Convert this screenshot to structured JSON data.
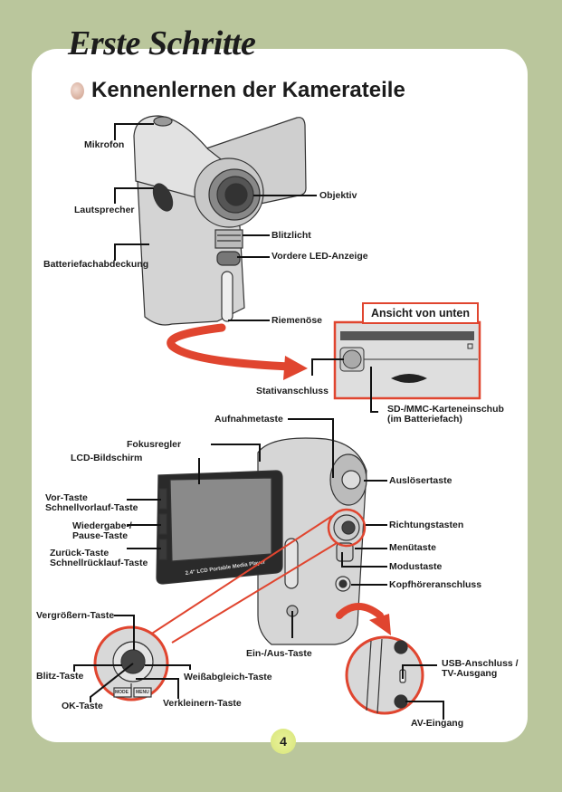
{
  "header": {
    "title": "Erste Schritte",
    "section_heading": "Kennenlernen der Kamerateile"
  },
  "front_view": {
    "labels": {
      "mikrofon": "Mikrofon",
      "lautsprecher": "Lautsprecher",
      "batteriefach": "Batteriefachabdeckung",
      "objektiv": "Objektiv",
      "blitzlicht": "Blitzlicht",
      "led": "Vordere LED-Anzeige",
      "riemenoese": "Riemenöse"
    }
  },
  "bottom_view": {
    "title": "Ansicht von unten",
    "labels": {
      "stativ": "Stativanschluss",
      "sd_slot": "SD-/MMC-Karteneinschub\n(im Batteriefach)"
    }
  },
  "back_view": {
    "lcd_caption": "2.4\" LCD Portable Media Player",
    "labels": {
      "aufnahme": "Aufnahmetaste",
      "fokus": "Fokusregler",
      "lcd": "LCD-Bildschirm",
      "vor": "Vor-Taste\nSchnellvorlauf-Taste",
      "wiedergabe": "Wiedergabe-/\nPause-Taste",
      "zurueck": "Zurück-Taste\nSchnellrücklauf-Taste",
      "ausloeser": "Auslösertaste",
      "richtung": "Richtungstasten",
      "menu": "Menütaste",
      "modus": "Modustaste",
      "kopfhoerer": "Kopfhöreranschluss",
      "einaus": "Ein-/Aus-Taste"
    }
  },
  "detail_dpad": {
    "button_labels": {
      "mode": "MODE",
      "menu": "MENU"
    },
    "labels": {
      "vergroessern": "Vergrößern-Taste",
      "blitz": "Blitz-Taste",
      "weiss": "Weißabgleich-Taste",
      "ok": "OK-Taste",
      "verkleinern": "Verkleinern-Taste"
    }
  },
  "detail_ports": {
    "labels": {
      "usb": "USB-Anschluss /\nTV-Ausgang",
      "av": "AV-Eingang"
    }
  },
  "footer": {
    "page_number": "4"
  },
  "colors": {
    "background": "#bac69c",
    "accent_red": "#e0452f",
    "text": "#1c1c1c"
  }
}
